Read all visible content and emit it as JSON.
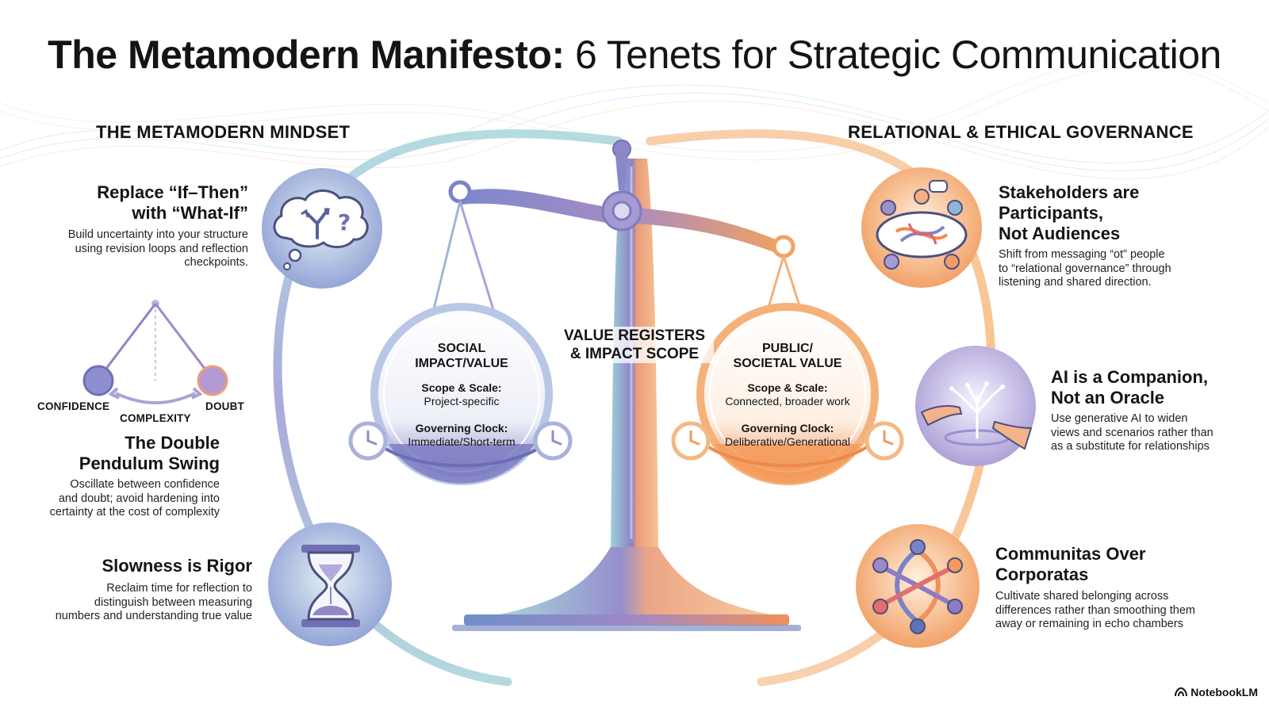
{
  "title": {
    "bold": "The Metamodern Manifesto:",
    "light": "6 Tenets for Strategic Communication"
  },
  "sections": {
    "left": "THE METAMODERN MINDSET",
    "right": "RELATIONAL & ETHICAL GOVERNANCE"
  },
  "tenets": {
    "what_if": {
      "title_line1": "Replace “If–Then”",
      "title_line2": "with “What-If”",
      "desc_line1": "Build uncertainty into your structure",
      "desc_line2": "using revision loops and reflection",
      "desc_line3": "checkpoints."
    },
    "pendulum": {
      "title_line1": "The Double",
      "title_line2": "Pendulum Swing",
      "desc_line1": "Oscillate between confidence",
      "desc_line2": "and doubt; avoid hardening into",
      "desc_line3": "certainty at the cost of complexity",
      "label_confidence": "CONFIDENCE",
      "label_complexity": "COMPLEXITY",
      "label_doubt": "DOUBT"
    },
    "slowness": {
      "title": "Slowness is Rigor",
      "desc_line1": "Reclaim time for reflection to",
      "desc_line2": "distinguish between measuring",
      "desc_line3": "numbers and understanding true value"
    },
    "stakeholders": {
      "title_line1": "Stakeholders are",
      "title_line2": "Participants,",
      "title_line3": "Not Audiences",
      "desc_line1": "Shift from messaging “ot” people",
      "desc_line2": "to “relational governance” through",
      "desc_line3": "listening and shared direction."
    },
    "ai": {
      "title_line1": "AI is a Companion,",
      "title_line2": "Not an Oracle",
      "desc_line1": "Use generative AI to widen",
      "desc_line2": "views and scenarios rather than",
      "desc_line3": "as a substitute for relationships"
    },
    "communitas": {
      "title_line1": "Communitas Over",
      "title_line2": "Corporatas",
      "desc_line1": "Cultivate shared belonging across",
      "desc_line2": "differences rather than smoothing them",
      "desc_line3": "away or remaining in echo chambers"
    }
  },
  "scale": {
    "center_line1": "VALUE REGISTERS",
    "center_line2": "& IMPACT SCOPE",
    "left_pan": {
      "title_line1": "SOCIAL",
      "title_line2": "IMPACT/VALUE",
      "scope_heading": "Scope & Scale:",
      "scope_value": "Project-specific",
      "clock_heading": "Governing Clock:",
      "clock_value": "Immediate/Short-term"
    },
    "right_pan": {
      "title_line1": "PUBLIC/",
      "title_line2": "SOCIETAL VALUE",
      "scope_heading": "Scope & Scale:",
      "scope_value": "Connected, broader work",
      "clock_heading": "Governing Clock:",
      "clock_value": "Deliberative/Generational"
    }
  },
  "icons": {
    "what_if": "thought-cloud-fork-question-icon",
    "pendulum": "double-pendulum-icon",
    "slowness": "hourglass-icon",
    "stakeholders": "round-table-meeting-icon",
    "ai": "ai-tree-hands-icon",
    "communitas": "interlinked-people-icon",
    "clock": "clock-icon"
  },
  "brand": "NotebookLM",
  "colors": {
    "left_accent": "#8b85c6",
    "left_teal": "#7fb9c4",
    "right_accent": "#f0a35e",
    "right_orange": "#f3894d",
    "text": "#141414"
  }
}
